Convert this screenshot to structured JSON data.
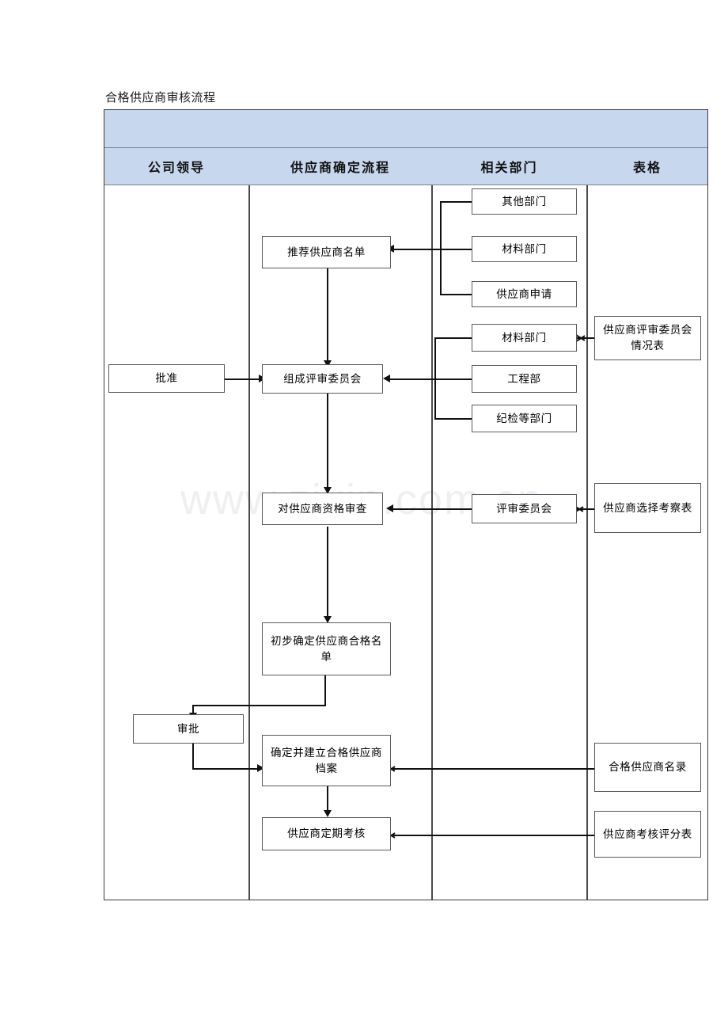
{
  "document": {
    "title": "合格供应商审核流程",
    "watermark": "www.zixin.com.cn"
  },
  "table": {
    "headers": [
      {
        "label": "公司领导"
      },
      {
        "label": "供应商确定流程"
      },
      {
        "label": "相关部门"
      },
      {
        "label": "表格"
      }
    ]
  },
  "nodes": {
    "other_dept": {
      "label": "其他部门"
    },
    "material_dept_top": {
      "label": "材料部门"
    },
    "supplier_application": {
      "label": "供应商申请"
    },
    "recommend_list": {
      "label": "推荐供应商名单"
    },
    "material_dept_mid": {
      "label": "材料部门"
    },
    "engineering_dept": {
      "label": "工程部"
    },
    "discipline_dept": {
      "label": "纪检等部门"
    },
    "approve_pizhun": {
      "label": "批准"
    },
    "form_committee": {
      "label": "组成评审委员会"
    },
    "committee_form": {
      "label": "供应商评审委员会情况表"
    },
    "qualification_review": {
      "label": "对供应商资格审查"
    },
    "review_committee": {
      "label": "评审委员会"
    },
    "selection_form": {
      "label": "供应商选择考察表"
    },
    "preliminary_list": {
      "label": "初步确定供应商合格名单"
    },
    "approve_shenpi": {
      "label": "审批"
    },
    "establish_archive": {
      "label": "确定并建立合格供应商档案"
    },
    "qualified_directory": {
      "label": "合格供应商名录"
    },
    "periodic_assessment": {
      "label": "供应商定期考核"
    },
    "assessment_form": {
      "label": "供应商考核评分表"
    }
  },
  "colors": {
    "header_fill": "#c7d7ee",
    "border": "#555a60",
    "line": "#111111",
    "watermark": "#efeff1"
  }
}
